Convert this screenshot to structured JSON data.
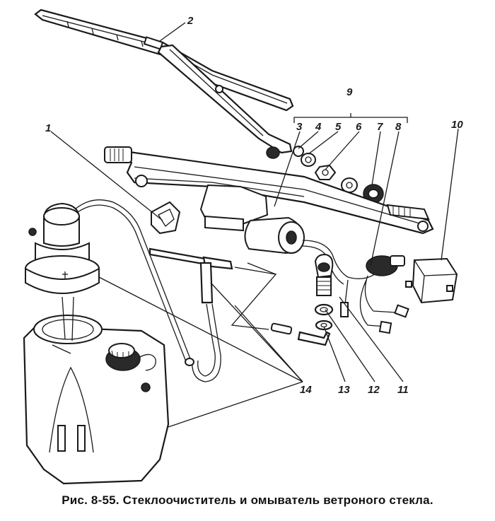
{
  "callouts": {
    "c1": "1",
    "c2": "2",
    "c3": "3",
    "c4": "4",
    "c5": "5",
    "c6": "6",
    "c7": "7",
    "c8": "8",
    "c9": "9",
    "c10": "10",
    "c11": "11",
    "c12": "12",
    "c13": "13",
    "c14": "14"
  },
  "caption": "Рис. 8-55. Стеклоочиститель и омыватель ветроного стекла."
}
